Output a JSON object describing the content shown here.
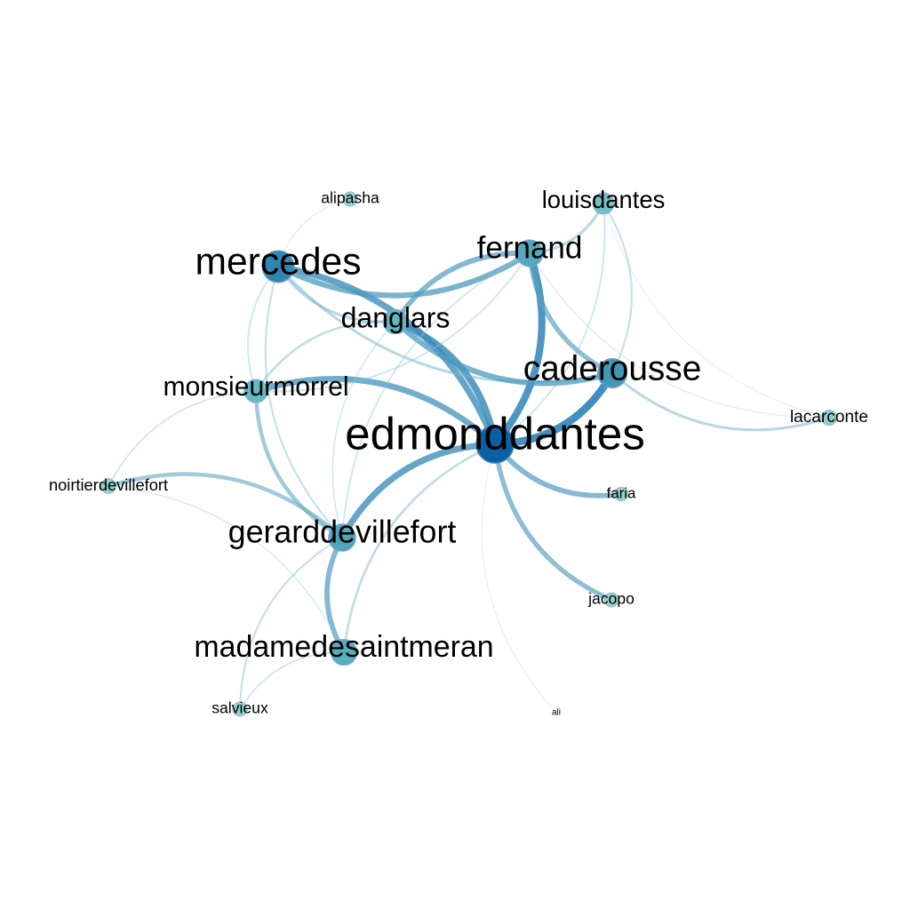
{
  "palette": {
    "low": "#a8dcc8",
    "mid": "#5fb7c2",
    "high": "#0b5fa5",
    "edge_low": "#9fd4cf",
    "edge_high": "#1f78b4"
  },
  "nodes": [
    {
      "id": "edmonddantes",
      "label": "edmonddantes",
      "weight": 1.0
    },
    {
      "id": "mercedes",
      "label": "mercedes",
      "weight": 0.78
    },
    {
      "id": "fernand",
      "label": "fernand",
      "weight": 0.58
    },
    {
      "id": "caderousse",
      "label": "caderousse",
      "weight": 0.68
    },
    {
      "id": "danglars",
      "label": "danglars",
      "weight": 0.5
    },
    {
      "id": "monsieurmorrel",
      "label": "monsieurmorrel",
      "weight": 0.45
    },
    {
      "id": "gerarddevillefort",
      "label": "gerarddevillefort",
      "weight": 0.6
    },
    {
      "id": "madamedesaintmeran",
      "label": "madamedesaintmeran",
      "weight": 0.55
    },
    {
      "id": "louisdantes",
      "label": "louisdantes",
      "weight": 0.38
    },
    {
      "id": "alipasha",
      "label": "alipasha",
      "weight": 0.12
    },
    {
      "id": "noirtierdevillefort",
      "label": "noirtierdevillefort",
      "weight": 0.14
    },
    {
      "id": "lacarconte",
      "label": "lacarconte",
      "weight": 0.16
    },
    {
      "id": "faria",
      "label": "faria",
      "weight": 0.1
    },
    {
      "id": "jacopo",
      "label": "jacopo",
      "weight": 0.12
    },
    {
      "id": "salvieux",
      "label": "salvieux",
      "weight": 0.12
    },
    {
      "id": "ali",
      "label": "ali",
      "weight": 0.0
    }
  ],
  "edges": [
    {
      "source": "edmonddantes",
      "target": "mercedes",
      "weight": 0.75
    },
    {
      "source": "edmonddantes",
      "target": "fernand",
      "weight": 0.85
    },
    {
      "source": "edmonddantes",
      "target": "caderousse",
      "weight": 0.9
    },
    {
      "source": "edmonddantes",
      "target": "danglars",
      "weight": 0.8
    },
    {
      "source": "edmonddantes",
      "target": "monsieurmorrel",
      "weight": 0.7
    },
    {
      "source": "edmonddantes",
      "target": "gerarddevillefort",
      "weight": 0.75
    },
    {
      "source": "edmonddantes",
      "target": "faria",
      "weight": 0.6
    },
    {
      "source": "edmonddantes",
      "target": "jacopo",
      "weight": 0.55
    },
    {
      "source": "edmonddantes",
      "target": "madamedesaintmeran",
      "weight": 0.25
    },
    {
      "source": "edmonddantes",
      "target": "louisdantes",
      "weight": 0.15
    },
    {
      "source": "edmonddantes",
      "target": "ali",
      "weight": 0.05
    },
    {
      "source": "mercedes",
      "target": "fernand",
      "weight": 0.65
    },
    {
      "source": "mercedes",
      "target": "caderousse",
      "weight": 0.3
    },
    {
      "source": "mercedes",
      "target": "danglars",
      "weight": 0.3
    },
    {
      "source": "mercedes",
      "target": "gerarddevillefort",
      "weight": 0.2
    },
    {
      "source": "fernand",
      "target": "danglars",
      "weight": 0.6
    },
    {
      "source": "fernand",
      "target": "caderousse",
      "weight": 0.55
    },
    {
      "source": "fernand",
      "target": "louisdantes",
      "weight": 0.3
    },
    {
      "source": "danglars",
      "target": "caderousse",
      "weight": 0.65
    },
    {
      "source": "danglars",
      "target": "monsieurmorrel",
      "weight": 0.25
    },
    {
      "source": "caderousse",
      "target": "louisdantes",
      "weight": 0.2
    },
    {
      "source": "caderousse",
      "target": "lacarconte",
      "weight": 0.3
    },
    {
      "source": "monsieurmorrel",
      "target": "gerarddevillefort",
      "weight": 0.45
    },
    {
      "source": "monsieurmorrel",
      "target": "fernand",
      "weight": 0.15
    },
    {
      "source": "gerarddevillefort",
      "target": "madamedesaintmeran",
      "weight": 0.6
    },
    {
      "source": "gerarddevillefort",
      "target": "noirtierdevillefort",
      "weight": 0.45
    },
    {
      "source": "gerarddevillefort",
      "target": "salvieux",
      "weight": 0.2
    },
    {
      "source": "monsieurmorrel",
      "target": "noirtierdevillefort",
      "weight": 0.15
    },
    {
      "source": "madamedesaintmeran",
      "target": "salvieux",
      "weight": 0.15
    },
    {
      "source": "madamedesaintmeran",
      "target": "noirtierdevillefort",
      "weight": 0.1
    },
    {
      "source": "fernand",
      "target": "lacarconte",
      "weight": 0.08
    },
    {
      "source": "louisdantes",
      "target": "lacarconte",
      "weight": 0.05
    },
    {
      "source": "mercedes",
      "target": "monsieurmorrel",
      "weight": 0.15
    },
    {
      "source": "danglars",
      "target": "gerarddevillefort",
      "weight": 0.12
    },
    {
      "source": "alipasha",
      "target": "mercedes",
      "weight": 0.08
    },
    {
      "source": "fernand",
      "target": "gerarddevillefort",
      "weight": 0.15
    }
  ]
}
